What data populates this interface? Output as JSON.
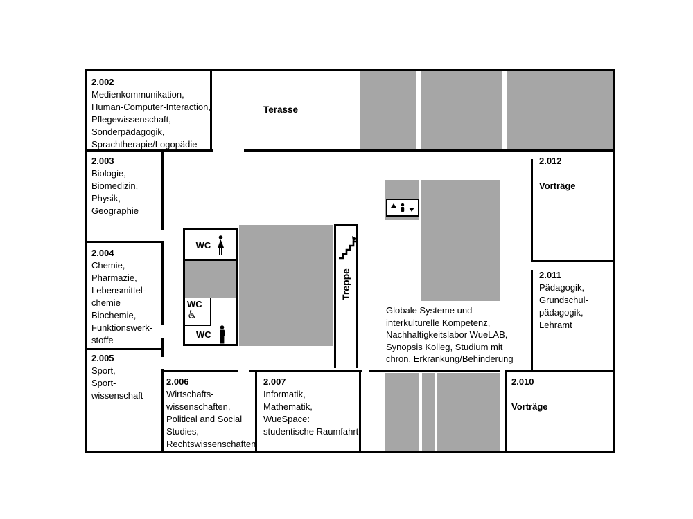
{
  "rooms": {
    "r2002": {
      "id": "2.002",
      "desc": "Medienkommunikation,\nHuman-Computer-Interaction,\nPflegewissenschaft,\nSonderpädagogik,\nSprachtherapie/Logopädie"
    },
    "r2003": {
      "id": "2.003",
      "desc": "Biologie,\nBiomedizin,\nPhysik,\nGeographie"
    },
    "r2004": {
      "id": "2.004",
      "desc": "Chemie,\nPharmazie,\nLebensmittel-\nchemie\nBiochemie,\nFunktionswerk-\nstoffe"
    },
    "r2005": {
      "id": "2.005",
      "desc": "Sport,\nSport-\nwissenschaft"
    },
    "r2006": {
      "id": "2.006",
      "desc": "Wirtschafts-\nwissenschaften,\nPolitical and Social\nStudies,\nRechtswissenschaften"
    },
    "r2007": {
      "id": "2.007",
      "desc": "Informatik,\nMathematik,\nWueSpace:\nstudentische Raumfahrt"
    },
    "r2010": {
      "id": "2.010",
      "desc": "Vorträge"
    },
    "r2011": {
      "id": "2.011",
      "desc": "Pädagogik,\nGrundschul-\npädagogik,\nLehramt"
    },
    "r2012": {
      "id": "2.012",
      "desc": "Vorträge"
    }
  },
  "areas": {
    "terrace_label": "Terasse",
    "stairs_label": "Treppe",
    "wc_women_label": "WC",
    "wc_accessible_label": "WC",
    "wc_men_label": "WC",
    "center_info": "Globale Systeme und\ninterkulturelle Kompetenz,\nNachhaltigkeitslabor WueLAB,\nSynopsis Kolleg, Studium mit\nchron. Erkrankung/Behinderung"
  },
  "icons": {
    "wheelchair_glyph": "♿",
    "woman": "woman-icon",
    "man": "man-icon",
    "stairs": "stairs-icon",
    "elevator": "elevator-icon"
  },
  "colors": {
    "wall": "#000000",
    "block_gray": "#a6a6a6",
    "background": "#ffffff"
  }
}
